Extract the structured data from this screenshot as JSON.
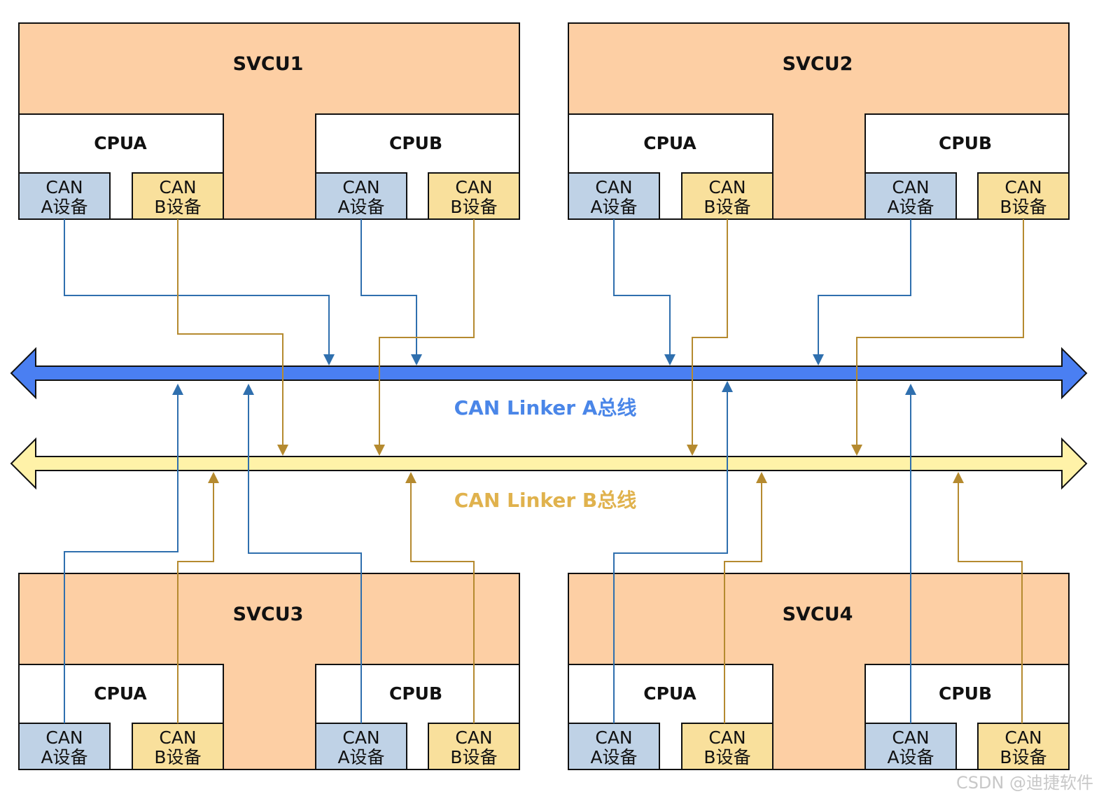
{
  "colors": {
    "unit_fill": "#fdcfa4",
    "cpu_fill": "#ffffff",
    "dev_a_fill": "#bfd2e6",
    "dev_b_fill": "#f9e09c",
    "bus_a": "#4a7ff2",
    "bus_b": "#fff2a8",
    "line_a": "#2f6fae",
    "line_b": "#b58a2f",
    "label_a": "#4a86e8",
    "label_b": "#e0b24d"
  },
  "units": [
    {
      "name": "SVCU1",
      "cpus": [
        {
          "name": "CPUA",
          "devices": [
            {
              "l1": "CAN",
              "l2": "A设备"
            },
            {
              "l1": "CAN",
              "l2": "B设备"
            }
          ]
        },
        {
          "name": "CPUB",
          "devices": [
            {
              "l1": "CAN",
              "l2": "A设备"
            },
            {
              "l1": "CAN",
              "l2": "B设备"
            }
          ]
        }
      ]
    },
    {
      "name": "SVCU2",
      "cpus": [
        {
          "name": "CPUA",
          "devices": [
            {
              "l1": "CAN",
              "l2": "A设备"
            },
            {
              "l1": "CAN",
              "l2": "B设备"
            }
          ]
        },
        {
          "name": "CPUB",
          "devices": [
            {
              "l1": "CAN",
              "l2": "A设备"
            },
            {
              "l1": "CAN",
              "l2": "B设备"
            }
          ]
        }
      ]
    },
    {
      "name": "SVCU3",
      "cpus": [
        {
          "name": "CPUA",
          "devices": [
            {
              "l1": "CAN",
              "l2": "A设备"
            },
            {
              "l1": "CAN",
              "l2": "B设备"
            }
          ]
        },
        {
          "name": "CPUB",
          "devices": [
            {
              "l1": "CAN",
              "l2": "A设备"
            },
            {
              "l1": "CAN",
              "l2": "B设备"
            }
          ]
        }
      ]
    },
    {
      "name": "SVCU4",
      "cpus": [
        {
          "name": "CPUA",
          "devices": [
            {
              "l1": "CAN",
              "l2": "A设备"
            },
            {
              "l1": "CAN",
              "l2": "B设备"
            }
          ]
        },
        {
          "name": "CPUB",
          "devices": [
            {
              "l1": "CAN",
              "l2": "A设备"
            },
            {
              "l1": "CAN",
              "l2": "B设备"
            }
          ]
        }
      ]
    }
  ],
  "buses": {
    "a_label": "CAN Linker A总线",
    "b_label": "CAN Linker B总线"
  },
  "watermark": "CSDN @迪捷软件"
}
